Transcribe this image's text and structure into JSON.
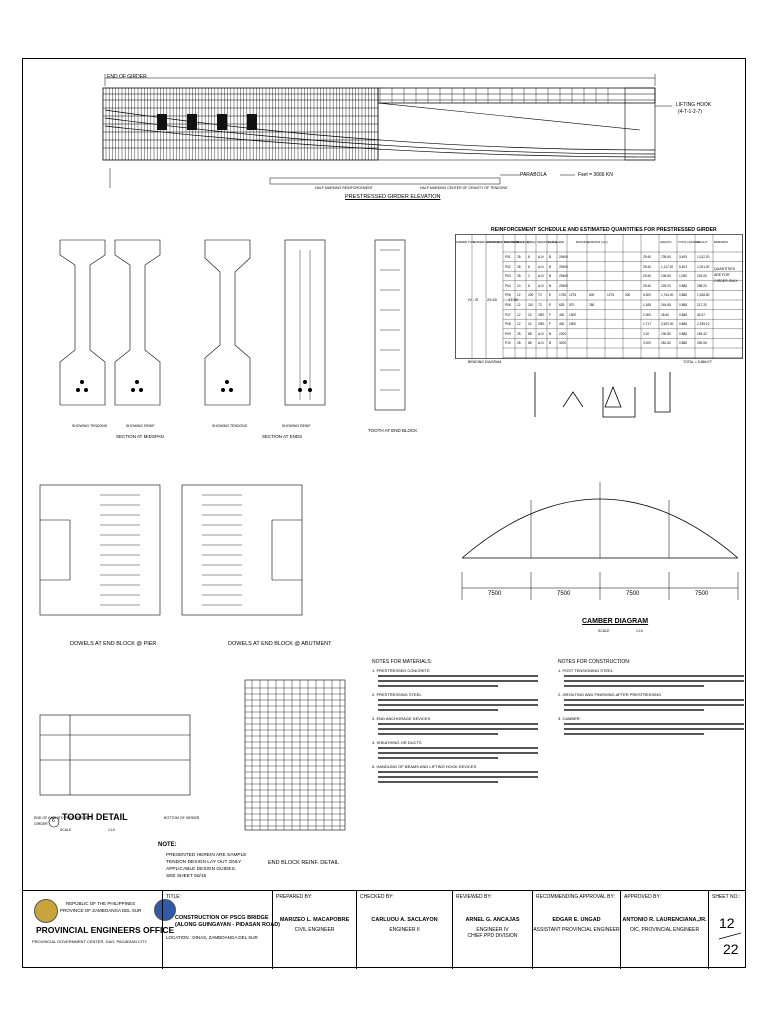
{
  "elevation": {
    "title": "PRESTRESSED GIRDER ELEVATION",
    "lifting_hook": "LIFTING HOOK",
    "lifting_hook_ref": "(4-T-1-2-7)",
    "parabola": "PARABOLA",
    "force": "Fset = 3666 KN",
    "end_of_girder": "END OF GIRDER",
    "half_marking_reinf": "HALF MARKING REINFORCEMENT",
    "half_marking_center": "HALF MARKING CENTER OF GRAVITY OF TENDONS"
  },
  "sections": {
    "section_midspan": "SECTION AT MIDSPAN",
    "section_ends": "SECTION AT ENDS",
    "tooth_end_block": "TOOTH AT END BLOCK",
    "showing_tendons": "SHOWING TENDONS",
    "showing_reinf": "SHOWING REINF"
  },
  "schedule": {
    "title": "REINFORCEMENT SCHEDULE AND ESTIMATED QUANTITIES FOR PRESTRESSED GIRDER",
    "headers": [
      "GIRDER TYPE",
      "GIRDER LENGTH (m)",
      "CONCRETE VOLUME (cu.m)",
      "BAR MARK",
      "BAR SIZE (mm)",
      "QTY",
      "SPACING (mm)",
      "BAR SHAPE",
      "BAR DIMENSIONS (mm)",
      "LENGTH",
      "TOTAL LENGTH",
      "WEIGHT",
      "REMARKS"
    ],
    "bending_diagram": "BENDING DIAGRAM",
    "girder_type": "IV - B",
    "girder_length": "29.40",
    "concrete_volume": "17.90",
    "rows": [
      [
        "P01",
        "28",
        "8",
        "A-N",
        "B",
        "29400",
        "",
        "",
        "",
        "",
        "29.40",
        "705.60",
        "3,409",
        "1,012.20"
      ],
      [
        "P02",
        "28",
        "8",
        "A-N",
        "B",
        "29400",
        "",
        "",
        "",
        "",
        "29.40",
        "1,117.20",
        "5,403",
        "1,001.00"
      ],
      [
        "P03",
        "28",
        "2",
        "A-N",
        "B",
        "29400",
        "",
        "",
        "",
        "",
        "29.40",
        "105.60",
        "1,050",
        "218.00"
      ],
      [
        "P04",
        "10",
        "8",
        "A-N",
        "B",
        "29400",
        "",
        "",
        "",
        "",
        "29.40",
        "225.20",
        "0.888",
        "298.20"
      ],
      [
        "P05",
        "12",
        "200",
        "T2",
        "E",
        "1750",
        "1275",
        "600",
        "1275",
        "300",
        "5.300",
        "1,744.00",
        "0.888",
        "1,548.80"
      ],
      [
        "P06",
        "12",
        "210",
        "T2",
        "E",
        "625",
        "570",
        "280",
        "",
        "",
        "1.165",
        "244.65",
        "0.888",
        "217.20"
      ],
      [
        "P07",
        "12",
        "24",
        "VBS",
        "F",
        "400",
        "1500",
        "",
        "",
        "",
        "1.900",
        "45.60",
        "0.888",
        "40.47"
      ],
      [
        "P08",
        "12",
        "24",
        "VBS",
        "F",
        "400",
        "1500",
        "",
        "",
        "",
        "1.717",
        "2,520.00",
        "0.888",
        "2,239.10"
      ],
      [
        "P09",
        "28",
        "88",
        "A-N",
        "B",
        "2200",
        "",
        "",
        "",
        "",
        "2.20",
        "190.80",
        "0.888",
        "169.42"
      ],
      [
        "P10",
        "28",
        "88",
        "A-N",
        "B",
        "3200",
        "",
        "",
        "",
        "",
        "3.200",
        "281.60",
        "0.888",
        "250.06"
      ]
    ],
    "remarks": "QUANTITIES ARE FOR GIRDER ONLY",
    "total": "TOTAL = 5,866 KT"
  },
  "details": {
    "dowels_pier": "DOWELS AT END BLOCK @ PIER",
    "dowels_abutment": "DOWELS AT END BLOCK @ ABUTMENT",
    "tooth_detail": "TOOTH DETAIL",
    "tooth_number": "6",
    "end_block_reinf": "END BLOCK REINF. DETAIL",
    "scale": "SCALE",
    "scale_value": "1:10",
    "end_of_girder_label": "END OF KASHITO PRESTRESSED GIRDER",
    "bottom_of_girder": "BOTTOM OF GIRDER"
  },
  "camber": {
    "title": "CAMBER DIAGRAM",
    "scale": "SCALE",
    "scale_value": "1:10",
    "spans": [
      "7500",
      "7500",
      "7500",
      "7500"
    ]
  },
  "note": {
    "label": "NOTE:",
    "lines": [
      "PRESENTED HEREIN ARE SAMPLE",
      "TENDON DESIGN LAY OUT ONLY",
      "APPLICABLE DESIGN GUIDES.",
      "SEE SHEET 50/15"
    ]
  },
  "notes_materials": {
    "title": "NOTES FOR MATERIALS:",
    "items": [
      "1. PRESTRESSED CONCRETE",
      "2. PRESTRESSING STEEL",
      "3. END ANCHORAGE DEVICES",
      "4. SHEATHING OR DUCTS",
      "5. HANDLING OF BEAMS AND LIFTING HOOK DEVICES"
    ]
  },
  "notes_construction": {
    "title": "NOTES FOR CONSTRUCTION:",
    "items": [
      "1. POST TENSIONING STEEL",
      "2. GROUTING AND FINISHING AFTER PRESTRESSING",
      "3. CAMBER:"
    ]
  },
  "title_block": {
    "republic": "REPUBLIC OF THE PHILIPPINES",
    "province": "PROVINCE OF ZAMBOANGA DEL SUR",
    "office": "PROVINCIAL ENGINEERS OFFICE",
    "address": "PROVINCIAL GOVERNMENT CENTER, DAO, PAGADIAN CITY",
    "title_label": "TITLE:",
    "project": "CONSTRUCTION OF PSCG BRIDGE",
    "road": "(ALONG GUINGAYAN - PIDASAN ROAD)",
    "location": "LOCATION : DINAS, ZAMBOANGA DEL SUR",
    "prepared_label": "PREPARED BY:",
    "prepared_name": "MARIZEO L. MACAPOBRE",
    "prepared_role": "CIVIL ENGINEER",
    "checked_label": "CHECKED BY:",
    "checked_name": "CARLUOU A. SACLAYON",
    "checked_role": "ENGINEER II",
    "reviewed_label": "REVIEWED BY:",
    "reviewed_name": "ARNEL G. ANCAJAS",
    "reviewed_role1": "ENGINEER IV",
    "reviewed_role2": "CHIEF PPD DIVISION",
    "recommending_label": "RECOMMENDING APPROVAL BY:",
    "recommending_name": "EDGAR E. UNGAD",
    "recommending_role": "ASSISTANT PROVINCIAL ENGINEER",
    "approved_label": "APPROVED BY:",
    "approved_name": "ANTONIO R. LAURENCIANA,JR.",
    "approved_role": "OIC, PROVINCIAL ENGINEER",
    "sheet_label": "SHEET NO.:",
    "sheet_no": "12",
    "sheet_total": "22"
  }
}
